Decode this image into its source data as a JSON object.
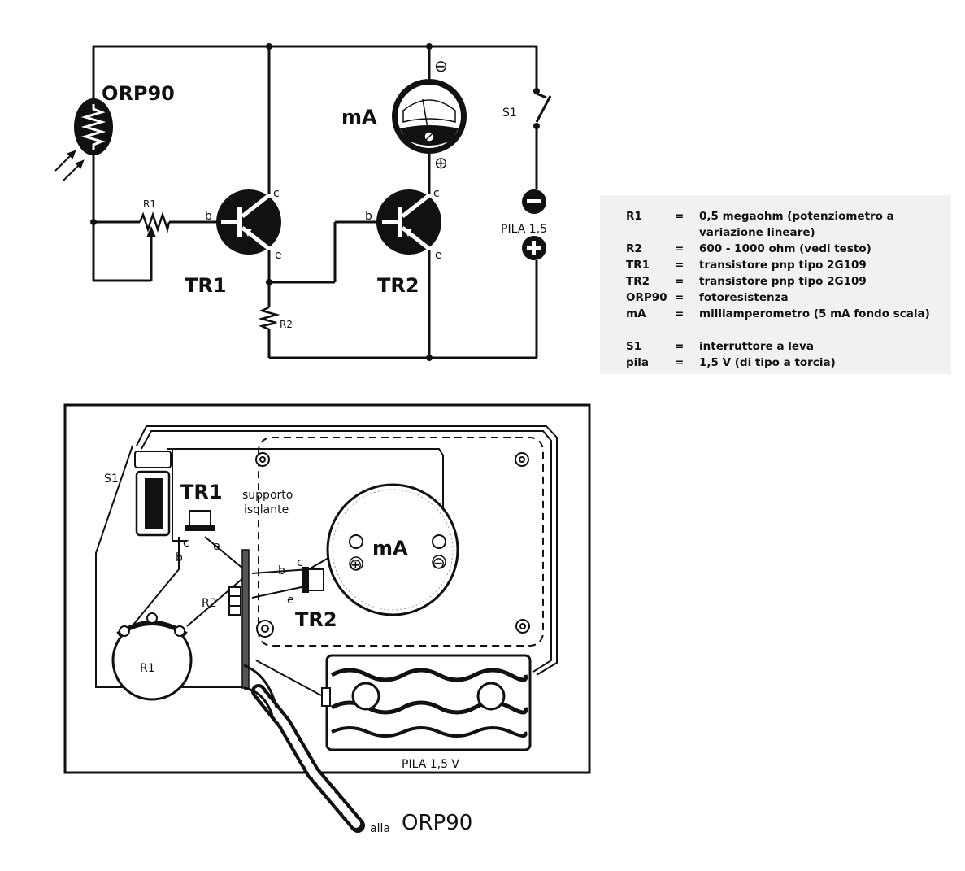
{
  "schematic": {
    "labels": {
      "orp90": "ORP90",
      "r1": "R1",
      "r2": "R2",
      "tr1": "TR1",
      "tr2": "TR2",
      "meter": "mA",
      "meter_minus": "⊖",
      "meter_plus": "⊕",
      "s1": "S1",
      "battery": "PILA 1,5",
      "b": "b",
      "c": "c",
      "e": "e"
    }
  },
  "legend": {
    "items": [
      {
        "key": "R1",
        "eq": "=",
        "value": "0,5 megaohm (potenziometro a variazione lineare)"
      },
      {
        "key": "R2",
        "eq": "=",
        "value": "600 - 1000 ohm (vedi testo)"
      },
      {
        "key": "TR1",
        "eq": "=",
        "value": "transistore pnp tipo 2G109"
      },
      {
        "key": "TR2",
        "eq": "=",
        "value": "transistore pnp tipo 2G109"
      },
      {
        "key": "ORP90",
        "eq": "=",
        "value": "fotoresistenza"
      },
      {
        "key": "mA",
        "eq": "=",
        "value": "milliamperometro (5 mA fondo scala)"
      },
      {
        "key": "S1",
        "eq": "=",
        "value": "interruttore a leva"
      },
      {
        "key": "pila",
        "eq": "=",
        "value": "1,5 V (di tipo a torcia)"
      }
    ]
  },
  "wiring": {
    "labels": {
      "s1": "S1",
      "tr1": "TR1",
      "support": "supporto isolante",
      "meter": "mA",
      "r2": "R2",
      "tr2": "TR2",
      "r1": "R1",
      "battery": "PILA 1,5 V",
      "b": "b",
      "c": "c",
      "e": "e",
      "to_orp_prefix": "alla",
      "to_orp": "ORP90"
    }
  }
}
